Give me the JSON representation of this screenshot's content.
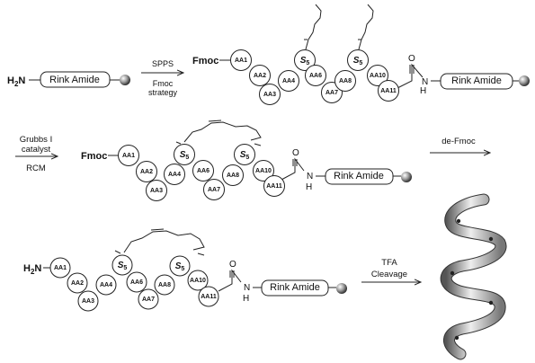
{
  "stage1": {
    "h2n": "H2N",
    "resin": "Rink Amide"
  },
  "step1": {
    "line1": "SPPS",
    "line2": "Fmoc",
    "line3": "strategy"
  },
  "stage2": {
    "fmoc": "Fmoc",
    "residues": [
      "AA1",
      "AA2",
      "AA3",
      "AA4",
      "S5",
      "AA6",
      "AA7",
      "AA8",
      "S5",
      "AA10",
      "AA11"
    ],
    "o": "O",
    "h": "H",
    "n": "N",
    "resin": "Rink Amide"
  },
  "step2": {
    "line1": "Grubbs I",
    "line2": "catalyst",
    "line3": "RCM"
  },
  "stage3": {
    "fmoc": "Fmoc",
    "residues": [
      "AA1",
      "AA2",
      "AA3",
      "AA4",
      "S5",
      "AA6",
      "AA7",
      "AA8",
      "S5",
      "AA10",
      "AA11"
    ],
    "o": "O",
    "n": "N",
    "h": "H",
    "resin": "Rink Amide"
  },
  "step3": {
    "label": "de-Fmoc"
  },
  "stage4": {
    "h2n": "H2N",
    "residues": [
      "AA1",
      "AA2",
      "AA3",
      "AA4",
      "S5",
      "AA6",
      "AA7",
      "AA8",
      "S5",
      "AA10",
      "AA11"
    ],
    "o": "O",
    "n": "N",
    "h": "H",
    "resin": "Rink Amide"
  },
  "step4": {
    "line1": "TFA",
    "line2": "Cleavage"
  }
}
